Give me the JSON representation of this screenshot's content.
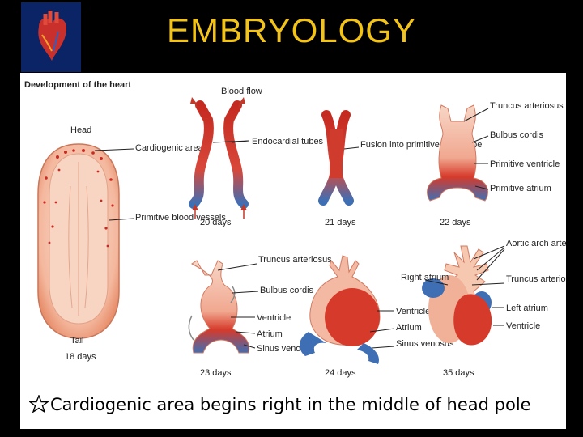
{
  "header": {
    "title": "EMBRYOLOGY",
    "logo_icon": "heart-icon"
  },
  "figure": {
    "heading": "Development of the heart",
    "head": "Head",
    "tail": "Tail",
    "cardiogenic_area": "Cardiogenic area",
    "primitive_blood_vessels": "Primitive blood vessels",
    "blood_flow": "Blood flow",
    "endocardial_tubes": "Endocardial tubes",
    "fusion": "Fusion into primitive heart tube",
    "truncus_arteriosus": "Truncus arteriosus",
    "bulbus_cordis": "Bulbus cordis",
    "primitive_ventricle": "Primitive ventricle",
    "primitive_atrium": "Primitive atrium",
    "ventricle": "Ventricle",
    "atrium": "Atrium",
    "sinus_venosus": "Sinus venosus",
    "aortic_arch_arteries": "Aortic arch arteries",
    "right_atrium": "Right atrium",
    "left_atrium": "Left atrium",
    "days": {
      "d18": "18 days",
      "d20": "20 days",
      "d21": "21 days",
      "d22": "22 days",
      "d23": "23 days",
      "d24": "24 days",
      "d35": "35 days"
    }
  },
  "footer": {
    "star_icon": "star-icon",
    "caption": "Cardiogenic area begins  right in the middle of head pole"
  },
  "colors": {
    "title": "#f2c31b",
    "red": "#d63a2a",
    "blue": "#3e6fb5",
    "pink": "#f6c8b0"
  }
}
